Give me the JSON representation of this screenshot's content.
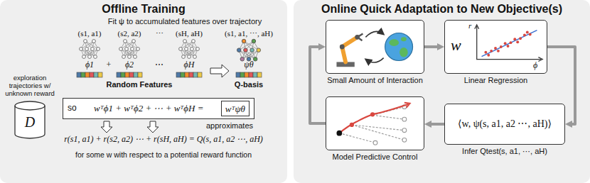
{
  "diagram": {
    "nodes": [
      {
        "text": [
          "Offline Training"
        ]
      },
      {
        "text": [
          "exploration trajectories w/ unknown reward",
          "D"
        ],
        "in": 0
      },
      {
        "text": [
          "so",
          "wᵀϕ1 + wᵀϕ2 + ⋯ + wᵀϕH ="
        ],
        "in": 0
      },
      {
        "text": [
          "wᵀψθ"
        ],
        "in": 2
      },
      {
        "text": [
          "Online Quick Adaptation to New Objective(s)"
        ]
      },
      {
        "text": [
          "Small Amount of Interaction"
        ],
        "in": 4
      },
      {
        "text": [
          "Linear Regression",
          "w",
          "r",
          "ϕ"
        ],
        "in": 4
      },
      {
        "text": [
          "Model Predictive Control"
        ],
        "in": 4
      },
      {
        "text": [
          "⟨w, ψ(s, a1, a2 ⋯, aH)⟩",
          "Infer Qtest(s, a1, ⋯, aH)"
        ],
        "in": 4
      }
    ],
    "edges": [
      {
        "from": 5,
        "to": 6,
        "arrow": "to"
      },
      {
        "from": 6,
        "to": 8,
        "arrow": "to"
      },
      {
        "from": 8,
        "to": 7,
        "arrow": "to"
      },
      {
        "from": 7,
        "to": 5,
        "arrow": "to"
      }
    ],
    "labels": [
      "Fit ψ to accumulated features over trajectory",
      "(s1, a1)",
      "(s2, a2)",
      "⋯",
      "(sH, aH)",
      "(s1, a1, ⋯, aH)",
      "ϕ1",
      "+",
      "ϕ2",
      "⋯",
      "ϕH",
      "ψθ",
      "Random Features",
      "Q-basis",
      "approximates",
      "r(s1, a1) + r(s2, a2) ⋯ + r(sH, aH) = Q(s, a1, a2 ⋯, aH)",
      "for some w with respect to a potential reward function"
    ]
  }
}
